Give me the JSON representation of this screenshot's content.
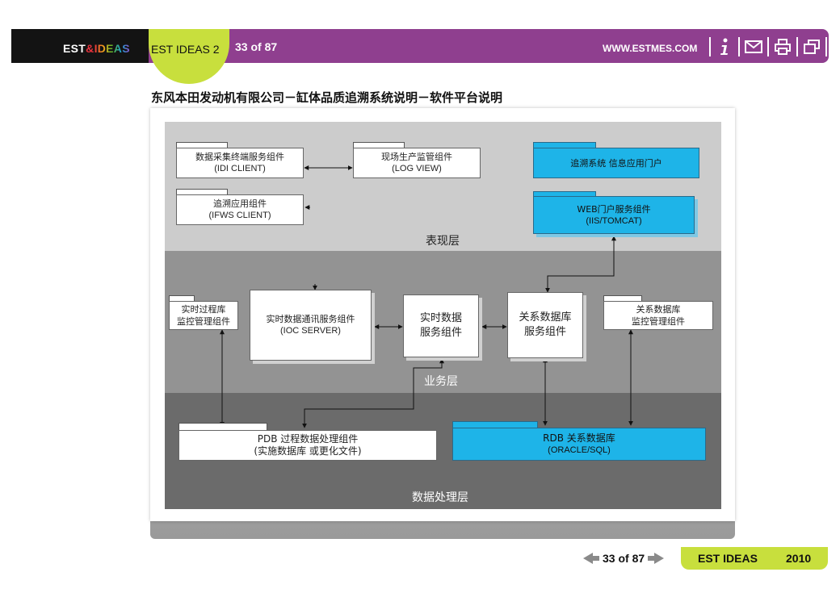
{
  "toolbar": {
    "brand_prefix": "EST",
    "brand_amp": "&",
    "brand_suffix": "IDEAS",
    "tab_label": "EST IDEAS 2",
    "page_indicator": "33 of 87",
    "site_url": "WWW.ESTMES.COM",
    "icons": [
      "info-icon",
      "mail-icon",
      "print-icon",
      "window-icon"
    ]
  },
  "document": {
    "title": "东风本田发动机有限公司－缸体品质追溯系统说明－软件平台说明"
  },
  "diagram": {
    "presentation_layer": {
      "label": "表现层",
      "components": {
        "idi_client": {
          "line1": "数据采集终端服务组件",
          "line2": "(IDI CLIENT)"
        },
        "log_view": {
          "line1": "现场生产监管组件",
          "line2": "(LOG VIEW)"
        },
        "ifws_client": {
          "line1": "追溯应用组件",
          "line2": "(IFWS CLIENT)"
        },
        "portal": {
          "line1": "追溯系统  信息应用门户"
        },
        "web_portal": {
          "line1": "WEB门户服务组件",
          "line2": "(IIS/TOMCAT)"
        }
      }
    },
    "business_layer": {
      "label": "业务层",
      "components": {
        "realtime_monitor": {
          "line1": "实时过程库",
          "line2": "监控管理组件"
        },
        "ioc_server": {
          "line1": "实时数据通讯服务组件",
          "line2": "(IOC SERVER)"
        },
        "realtime_data": {
          "line1": "实时数据",
          "line2": "服务组件"
        },
        "relational_data": {
          "line1": "关系数据库",
          "line2": "服务组件"
        },
        "relational_monitor": {
          "line1": "关系数据库",
          "line2": "监控管理组件"
        }
      }
    },
    "data_layer": {
      "label": "数据处理层",
      "components": {
        "pdb": {
          "line1": "PDB 过程数据处理组件",
          "line2": "(实施数据库  或更化文件)"
        },
        "rdb": {
          "line1": "RDB 关系数据库",
          "line2": "(ORACLE/SQL)"
        }
      }
    }
  },
  "footer": {
    "page_indicator": "33 of 87",
    "brand": "EST IDEAS",
    "year": "2010"
  }
}
